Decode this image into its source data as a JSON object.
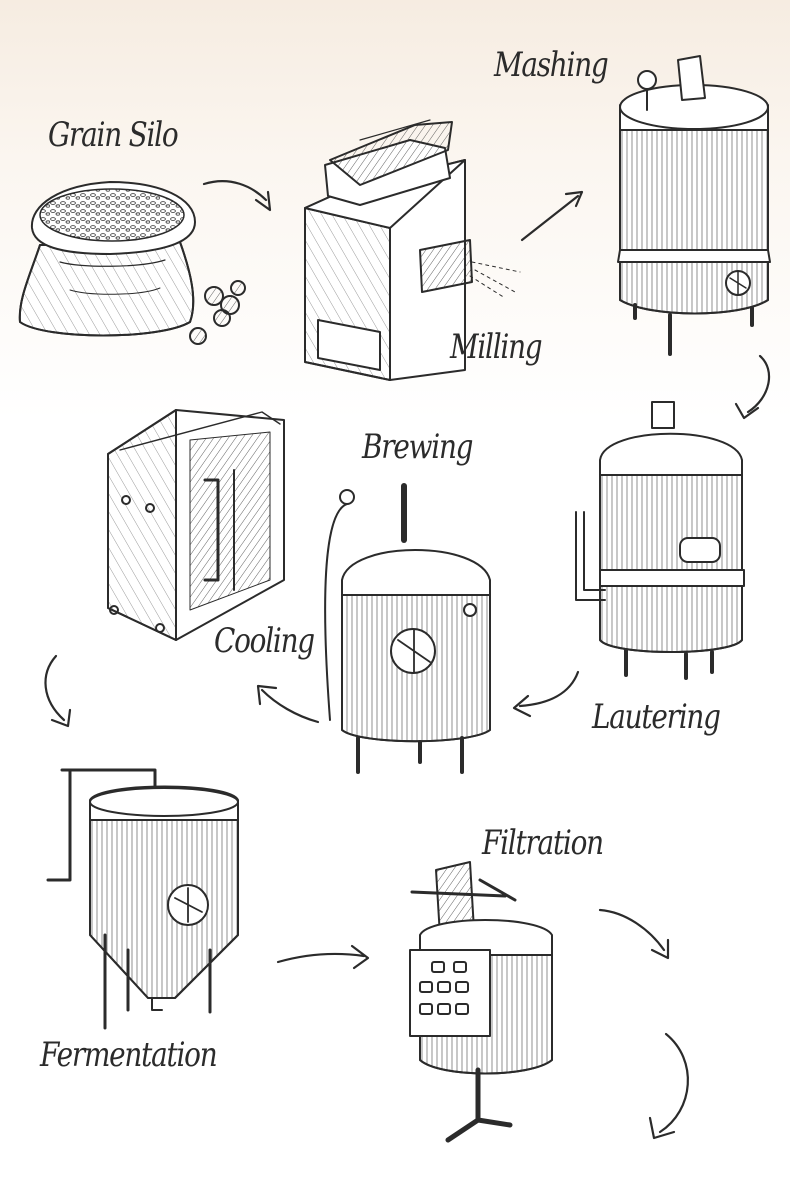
{
  "colors": {
    "ink": "#2b2b2b",
    "background_top": "#f6ece1",
    "background_bottom": "#ffffff"
  },
  "steps": [
    {
      "id": "grain-silo",
      "label": "Grain Silo",
      "icon": "grain-sack-icon"
    },
    {
      "id": "milling",
      "label": "Milling",
      "icon": "mill-machine-icon"
    },
    {
      "id": "mashing",
      "label": "Mashing",
      "icon": "mash-tun-icon"
    },
    {
      "id": "lautering",
      "label": "Lautering",
      "icon": "lauter-tun-icon"
    },
    {
      "id": "brewing",
      "label": "Brewing",
      "icon": "brew-kettle-icon"
    },
    {
      "id": "cooling",
      "label": "Cooling",
      "icon": "plate-cooler-icon"
    },
    {
      "id": "fermentation",
      "label": "Fermentation",
      "icon": "fermenter-tank-icon"
    },
    {
      "id": "filtration",
      "label": "Filtration",
      "icon": "filter-unit-icon"
    }
  ],
  "flow": [
    [
      "grain-silo",
      "milling"
    ],
    [
      "milling",
      "mashing"
    ],
    [
      "mashing",
      "lautering"
    ],
    [
      "lautering",
      "brewing"
    ],
    [
      "brewing",
      "cooling"
    ],
    [
      "cooling",
      "fermentation"
    ],
    [
      "fermentation",
      "filtration"
    ],
    [
      "filtration",
      "out"
    ]
  ]
}
